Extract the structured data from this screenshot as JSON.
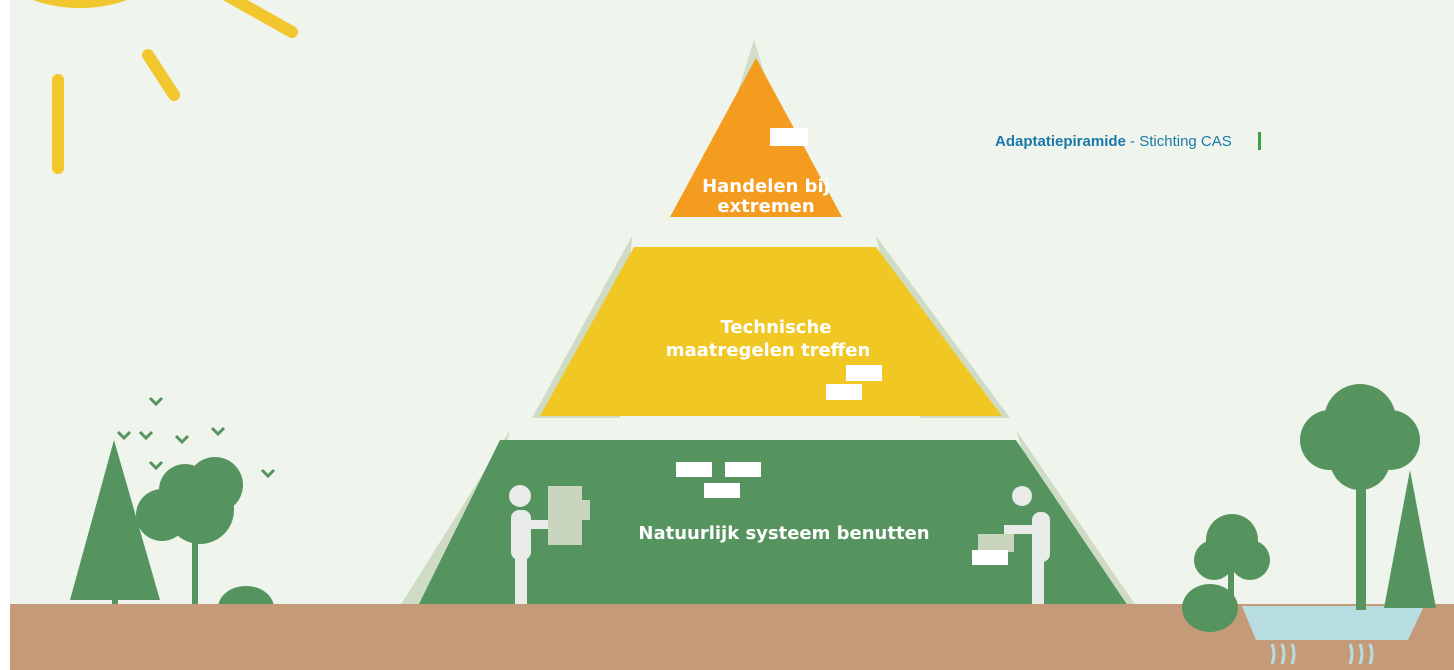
{
  "caption": {
    "title": "Adaptatiepiramide",
    "dash": "-",
    "source": "Stichting CAS",
    "separator": "|"
  },
  "pyramid": {
    "top": {
      "line1": "Handelen bij",
      "line2": "extremen",
      "color": "#f39c1f"
    },
    "middle": {
      "line1": "Technische",
      "line2": "maatregelen treffen",
      "color": "#f1c823"
    },
    "bottom": {
      "line1": "Natuurlijk systeem benutten",
      "color": "#55935f"
    }
  },
  "colors": {
    "sky": "#eff5ec",
    "ground": "#c59a78",
    "tree": "#55935f",
    "sun": "#f2c62d",
    "water": "#b8dde0",
    "figure": "#e8ebe8",
    "brick": "#ffffff",
    "caption_text": "#1a78a8",
    "caption_separator": "#3aa04a"
  }
}
